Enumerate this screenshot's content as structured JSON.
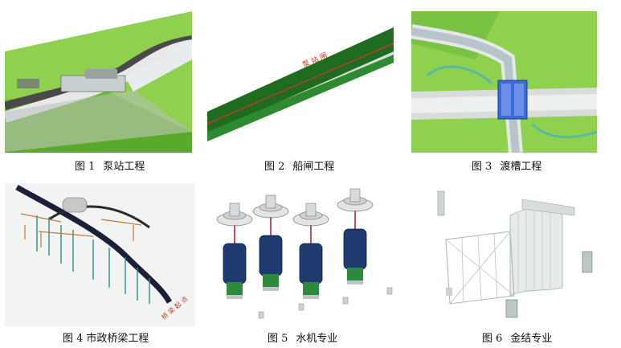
{
  "figures": [
    {
      "num": "图 1",
      "title": "泵站工程"
    },
    {
      "num": "图 2",
      "title": "船闸工程"
    },
    {
      "num": "图 3",
      "title": "渡槽工程"
    },
    {
      "num": "图 4",
      "title": "市政桥梁工程"
    },
    {
      "num": "图 5",
      "title": "水机专业"
    },
    {
      "num": "图 6",
      "title": "金结专业"
    }
  ],
  "colors": {
    "grass": "#8fd14f",
    "dark_green": "#1f6b1f",
    "water": "#b8c4cc",
    "concrete": "#d9dbd6",
    "blue": "#3d6bd6"
  }
}
